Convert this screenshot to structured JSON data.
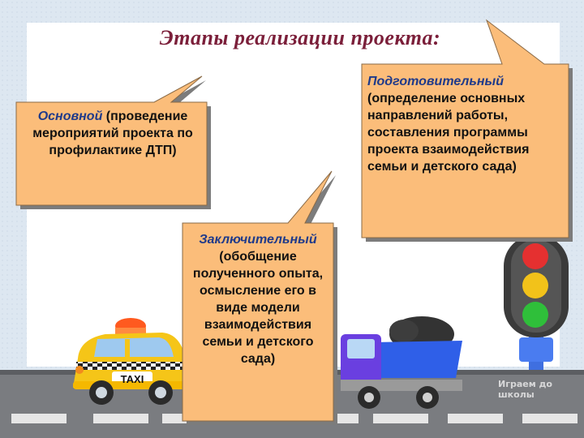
{
  "title": "Этапы реализации  проекта:",
  "callouts": {
    "main": {
      "keyword": "Основной",
      "text": " (проведение мероприятий проекта по профилактике ДТП)"
    },
    "prep": {
      "keyword": "Подготовительный",
      "text": "(определение основных направлений работы, составления программы проекта взаимодействия семьи и детского сада)"
    },
    "final": {
      "keyword": "Заключительный",
      "text": "(обобщение полученного опыта, осмысление его в виде модели взаимодействия семьи и детского сада)"
    }
  },
  "taxi_sign": "TAXI",
  "watermark": "Играем до школы",
  "colors": {
    "title": "#7b1f3a",
    "keyword": "#1f3a8a",
    "callout_fill": "#fbbd7a",
    "road": "#7a7c80",
    "panel": "#ffffff"
  },
  "icons": [
    "taxi-icon",
    "dump-truck-icon",
    "traffic-light-icon"
  ]
}
